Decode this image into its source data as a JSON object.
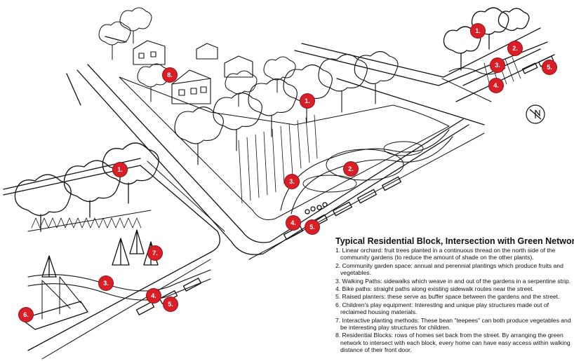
{
  "legend": {
    "title": "Typical Residential Block, Intersection with Green Network",
    "items": [
      "1. Linear orchard: fruit trees planted in a continuous thread on the north side of the community gardens (to reduce the amount of shade on the other plants).",
      "2. Community garden space: annual and perennial plantings which produce fruits and vegetables.",
      "3. Walking Paths: sidewalks which weave in and out of the gardens in a serpentine strip.",
      "4. Bike paths: straight paths along existing sidewalk routes near the street.",
      "5. Raised planters: these serve as buffer space between the gardens and the street.",
      "6. Children's play equipment: Interesting and unique play structures made out of reclaimed housing materials.",
      "7. Interactive planting methods: These bean \"teepees\" can both produce vegetables and be interesting play structures for children.",
      "8. Residential Blocks: rows of homes set back from the street. By arranging the green network to intersect with each block, every home can have easy access within walking distance of their front door."
    ]
  },
  "markers": [
    {
      "label": "1."
    },
    {
      "label": "2."
    },
    {
      "label": "3."
    },
    {
      "label": "4."
    },
    {
      "label": "5."
    },
    {
      "label": "1."
    },
    {
      "label": "2."
    },
    {
      "label": "3."
    },
    {
      "label": "4."
    },
    {
      "label": "5."
    },
    {
      "label": "8."
    },
    {
      "label": "1."
    },
    {
      "label": "3."
    },
    {
      "label": "4."
    },
    {
      "label": "5."
    },
    {
      "label": "6."
    },
    {
      "label": "7."
    }
  ],
  "colors": {
    "marker_fill": "#d81e26",
    "ink": "#111111",
    "paper": "#ffffff"
  },
  "icons": [
    "north-arrow-icon"
  ]
}
